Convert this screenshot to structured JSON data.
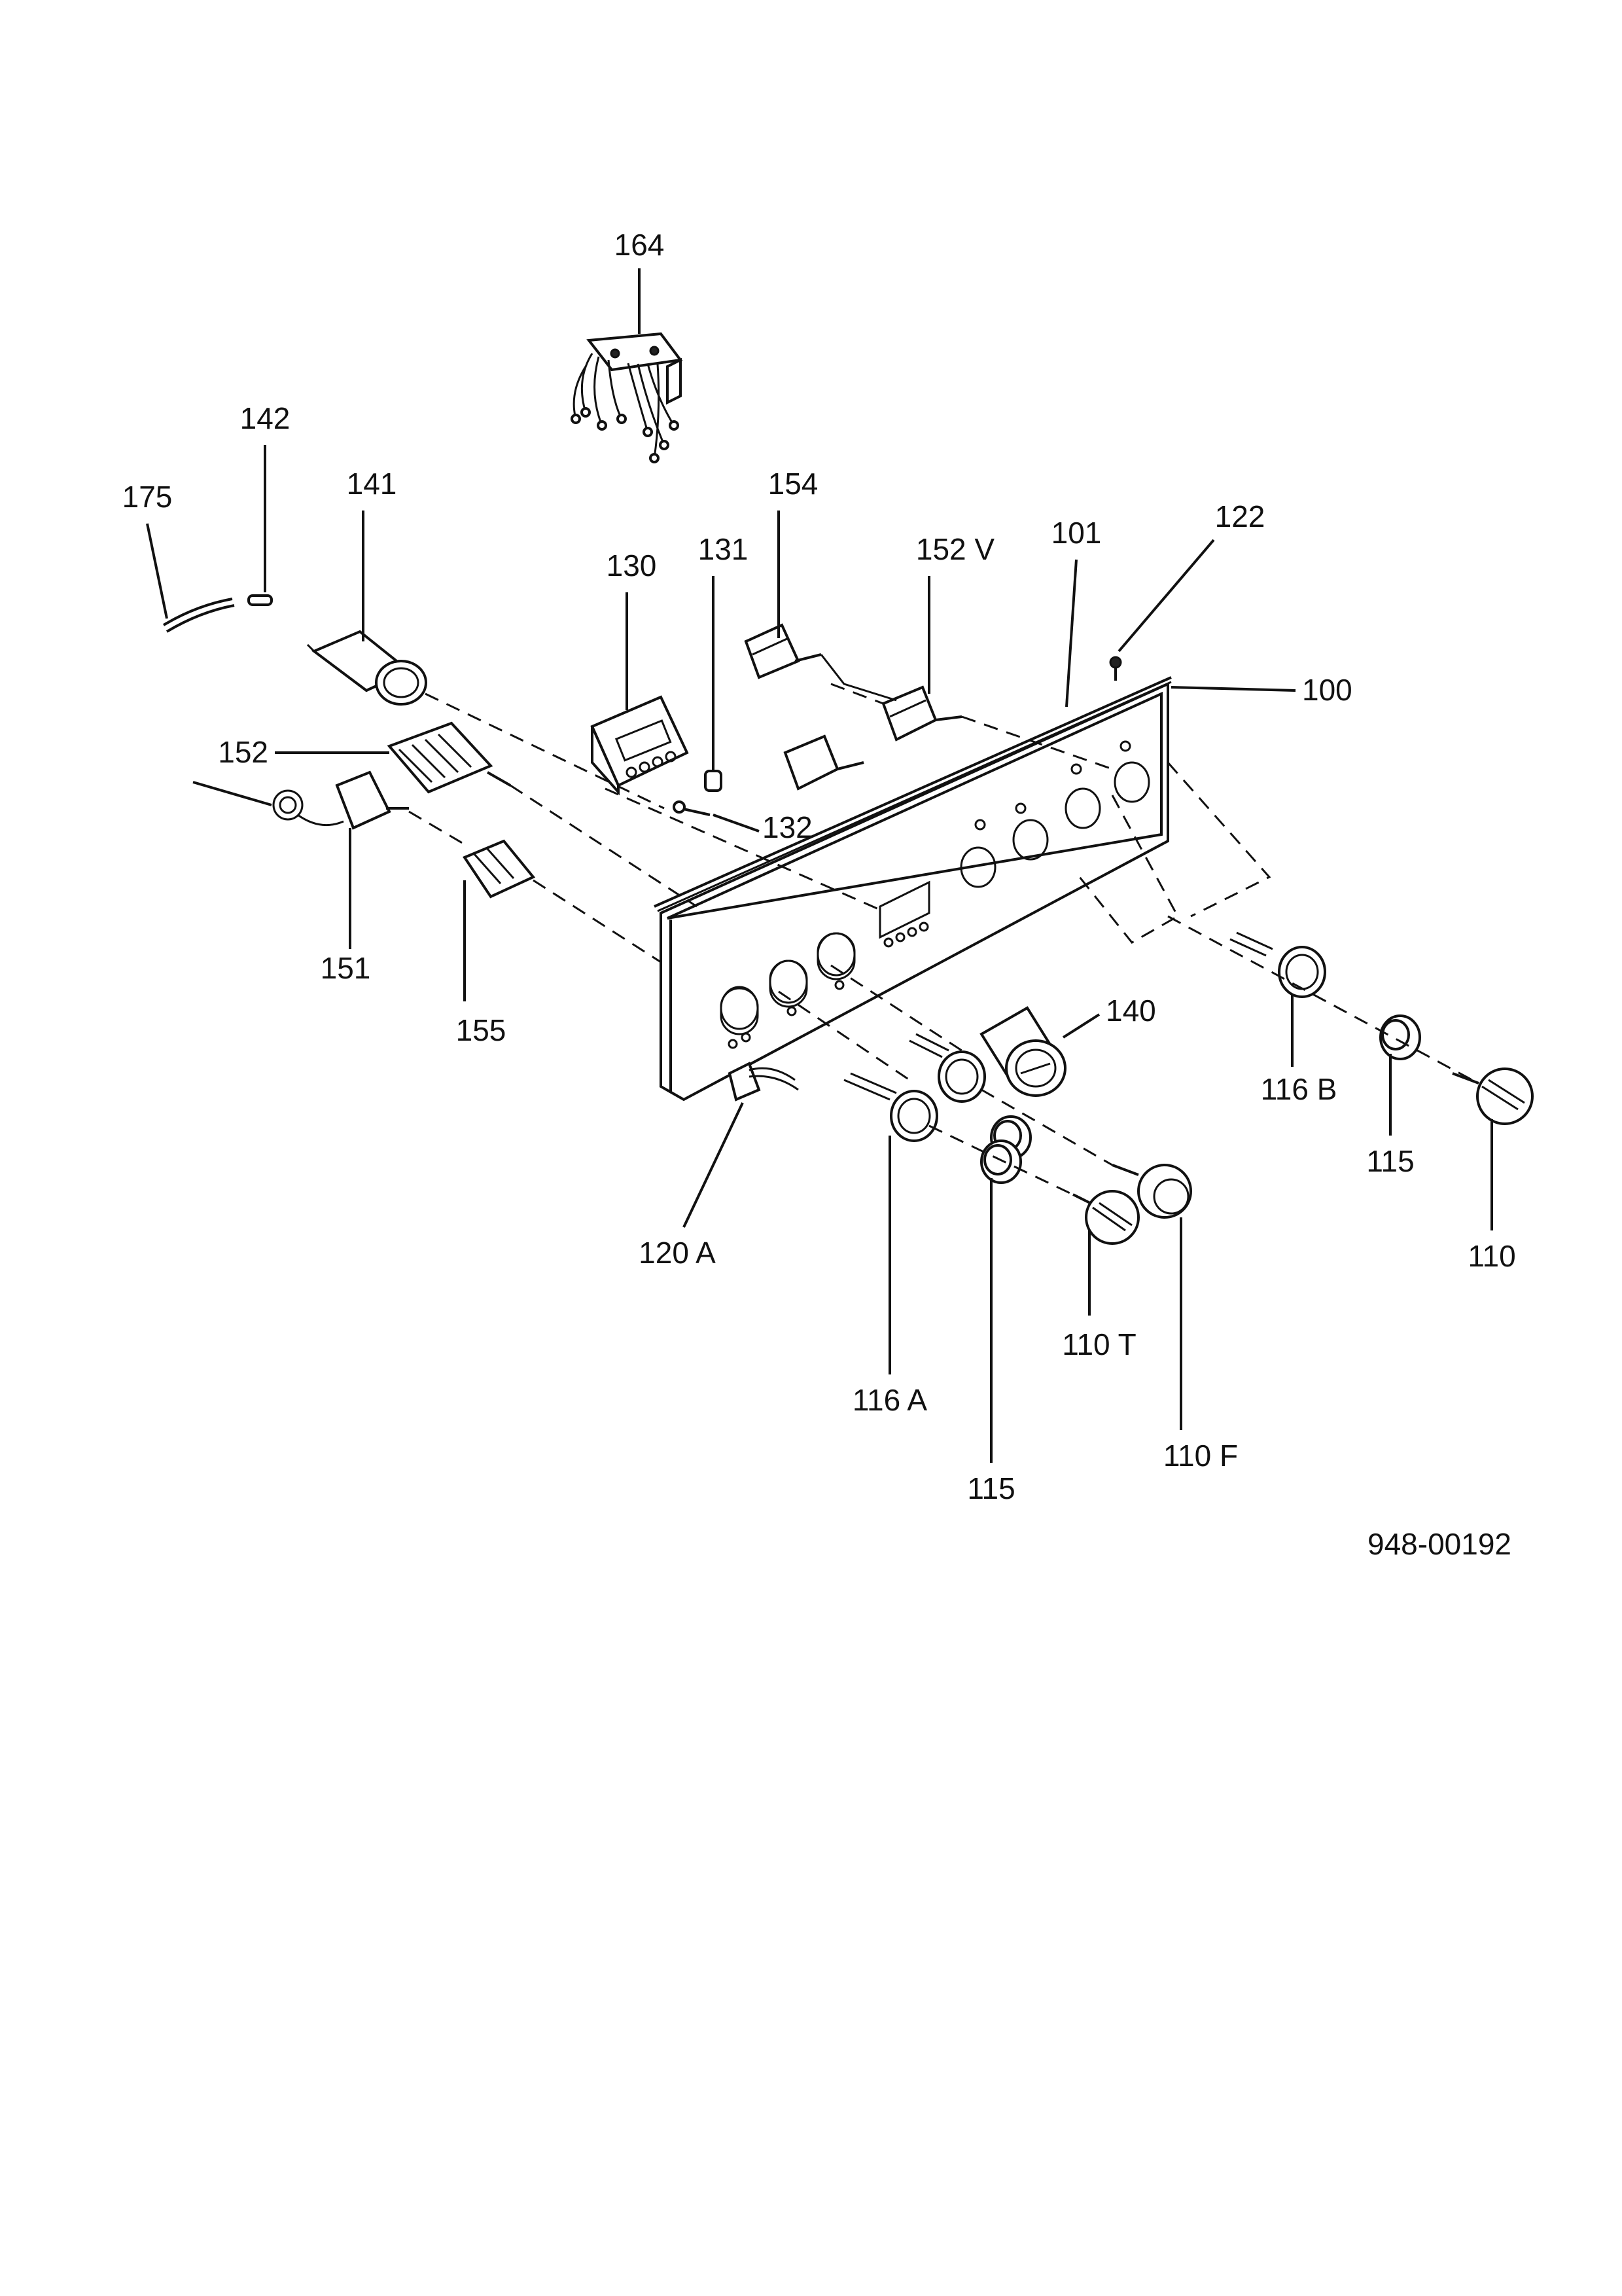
{
  "drawing_number": "948-00192",
  "callouts": {
    "p164": "164",
    "p142": "142",
    "p175": "175",
    "p141": "141",
    "p154": "154",
    "p130": "130",
    "p131": "131",
    "p152v": "152 V",
    "p101": "101",
    "p122": "122",
    "p100": "100",
    "p152": "152",
    "p132": "132",
    "p151": "151",
    "p155": "155",
    "p140": "140",
    "p116b": "116 B",
    "p115r": "115",
    "p110": "110",
    "p120a": "120 A",
    "p110t": "110 T",
    "p116a": "116 A",
    "p110f": "110 F",
    "p115b": "115"
  }
}
